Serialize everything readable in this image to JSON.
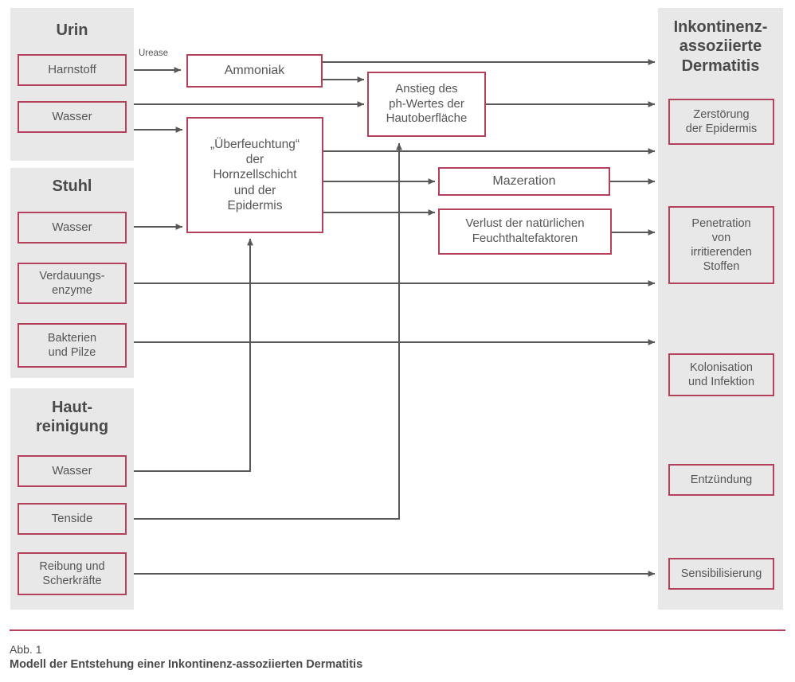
{
  "figure": {
    "caption_number": "Abb. 1",
    "caption_text": "Modell der Entstehung einer Inkontinenz-assoziierten Dermatitis"
  },
  "colors": {
    "accent": "#b5405b",
    "panel_bg": "#e8e8e8",
    "wire": "#585858",
    "text": "#555555"
  },
  "groups": [
    {
      "id": "urin",
      "title": "Urin"
    },
    {
      "id": "stuhl",
      "title": "Stuhl"
    },
    {
      "id": "hautreinigung",
      "title": "Haut-\nreinigung"
    },
    {
      "id": "outcome",
      "title": "Inkontinenz-\nassoziierte\nDermatitis"
    }
  ],
  "nodes": {
    "harnstoff": "Harnstoff",
    "urin_wasser": "Wasser",
    "stuhl_wasser": "Wasser",
    "verdauungsenzyme": "Verdauungs-\nenzyme",
    "bakterien": "Bakterien\nund Pilze",
    "haut_wasser": "Wasser",
    "tenside": "Tenside",
    "reibung": "Reibung und\nScherkräfte",
    "ammoniak": "Ammoniak",
    "ph_anstieg": "Anstieg des\nph-Wertes der\nHautoberfläche",
    "ueberfeuchtung": "„Überfeuchtung“\nder\nHornzellschicht\nund der\nEpidermis",
    "mazeration": "Mazeration",
    "verlust": "Verlust der natürlichen\nFeuchthaltefaktoren",
    "zerstoerung": "Zerstörung\nder Epidermis",
    "penetration": "Penetration\nvon\nirritierenden\nStoffen",
    "kolonisation": "Kolonisation\nund Infektion",
    "entzuendung": "Entzündung",
    "sensibilisierung": "Sensibilisierung"
  },
  "edge_labels": {
    "urease": "Urease"
  },
  "chart_data": {
    "type": "diagram",
    "title": "Modell der Entstehung einer Inkontinenz-assoziierten Dermatitis",
    "edges": [
      {
        "from": "harnstoff",
        "to": "ammoniak",
        "label": "Urease"
      },
      {
        "from": "ammoniak",
        "to": "outcome-top",
        "label": ""
      },
      {
        "from": "ammoniak",
        "to": "ph_anstieg",
        "label": ""
      },
      {
        "from": "urin_wasser",
        "to": "ph_anstieg",
        "label": ""
      },
      {
        "from": "urin_wasser",
        "to": "ueberfeuchtung",
        "label": ""
      },
      {
        "from": "stuhl_wasser",
        "to": "ueberfeuchtung",
        "label": ""
      },
      {
        "from": "haut_wasser",
        "to": "ueberfeuchtung",
        "label": ""
      },
      {
        "from": "tenside",
        "to": "ph_anstieg",
        "label": ""
      },
      {
        "from": "ph_anstieg",
        "to": "zerstoerung",
        "label": ""
      },
      {
        "from": "ueberfeuchtung",
        "to": "outcome-mid",
        "label": ""
      },
      {
        "from": "ueberfeuchtung",
        "to": "mazeration",
        "label": ""
      },
      {
        "from": "ueberfeuchtung",
        "to": "verlust",
        "label": ""
      },
      {
        "from": "mazeration",
        "to": "penetration",
        "label": ""
      },
      {
        "from": "verlust",
        "to": "penetration",
        "label": ""
      },
      {
        "from": "verdauungsenzyme",
        "to": "outcome-col",
        "label": ""
      },
      {
        "from": "bakterien",
        "to": "outcome-col",
        "label": ""
      },
      {
        "from": "reibung",
        "to": "sensibilisierung",
        "label": ""
      }
    ]
  }
}
